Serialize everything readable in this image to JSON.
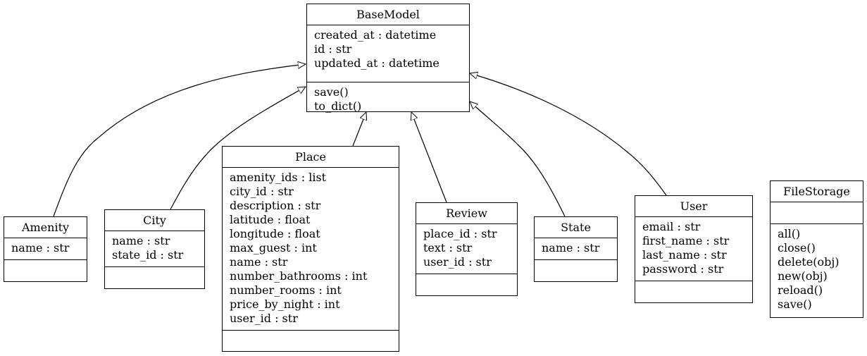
{
  "diagram": {
    "classes": [
      {
        "id": "basemodel",
        "name": "BaseModel",
        "attributes": [
          "created_at : datetime",
          "id : str",
          "updated_at : datetime"
        ],
        "operations": [
          "save()",
          "to_dict()"
        ]
      },
      {
        "id": "amenity",
        "name": "Amenity",
        "attributes": [
          "name : str"
        ],
        "operations": []
      },
      {
        "id": "city",
        "name": "City",
        "attributes": [
          "name : str",
          "state_id : str"
        ],
        "operations": []
      },
      {
        "id": "place",
        "name": "Place",
        "attributes": [
          "amenity_ids : list",
          "city_id : str",
          "description : str",
          "latitude : float",
          "longitude : float",
          "max_guest : int",
          "name : str",
          "number_bathrooms : int",
          "number_rooms : int",
          "price_by_night : int",
          "user_id : str"
        ],
        "operations": []
      },
      {
        "id": "review",
        "name": "Review",
        "attributes": [
          "place_id : str",
          "text : str",
          "user_id : str"
        ],
        "operations": []
      },
      {
        "id": "state",
        "name": "State",
        "attributes": [
          "name : str"
        ],
        "operations": []
      },
      {
        "id": "user",
        "name": "User",
        "attributes": [
          "email : str",
          "first_name : str",
          "last_name : str",
          "password : str"
        ],
        "operations": []
      },
      {
        "id": "filestorage",
        "name": "FileStorage",
        "attributes": [],
        "operations": [
          "all()",
          "close()",
          "delete(obj)",
          "new(obj)",
          "reload()",
          "save()"
        ]
      }
    ],
    "inheritance": [
      {
        "from": "amenity",
        "to": "basemodel"
      },
      {
        "from": "city",
        "to": "basemodel"
      },
      {
        "from": "place",
        "to": "basemodel"
      },
      {
        "from": "review",
        "to": "basemodel"
      },
      {
        "from": "state",
        "to": "basemodel"
      },
      {
        "from": "user",
        "to": "basemodel"
      }
    ]
  }
}
